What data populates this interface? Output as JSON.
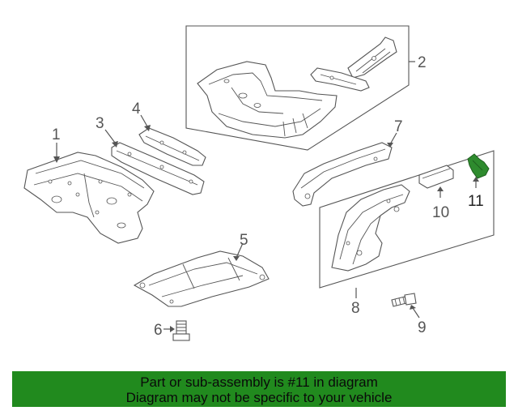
{
  "diagram": {
    "callouts": {
      "c1": "1",
      "c2": "2",
      "c3": "3",
      "c4": "4",
      "c5": "5",
      "c6": "6",
      "c7": "7",
      "c8": "8",
      "c9": "9",
      "c10": "10",
      "c11": "11"
    },
    "highlight_color": "#2e8b2e"
  },
  "footer": {
    "line1": "Part or sub-assembly is #11 in diagram",
    "line2": "Diagram may not be specific to your vehicle",
    "background": "#218a1e"
  }
}
